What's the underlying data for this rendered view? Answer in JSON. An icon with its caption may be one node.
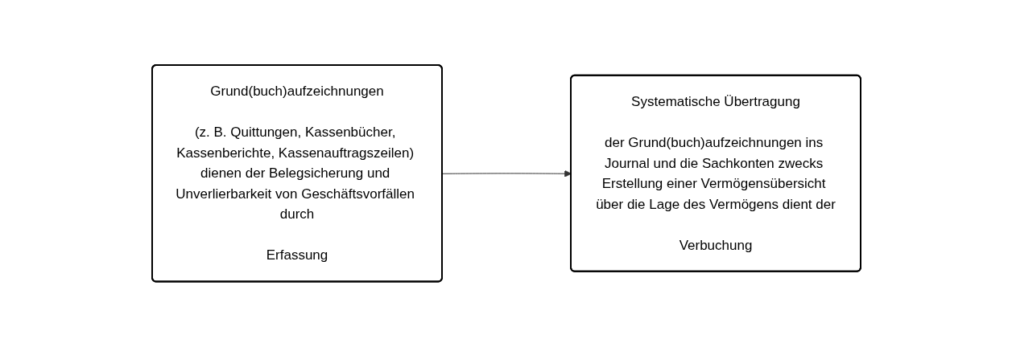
{
  "diagram": {
    "nodes": [
      {
        "text": [
          "Grund(buch)aufzeichnungen",
          "(z. B. Quittungen, Kassenbücher, Kassenberichte, Kassenauftragszeilen) dienen der Belegsicherung und Unverlierbarkeit von Geschäftsvorfällen durch",
          "Erfassung"
        ]
      },
      {
        "text": [
          "Systematische Übertragung",
          "der Grund(buch)aufzeichnungen ins Journal und die Sachkonten zwecks Erstellung einer Vermögensübersicht über die Lage des Vermögens dient der",
          "Verbuchung"
        ]
      }
    ],
    "edges": [
      {
        "from": 0,
        "to": 1,
        "arrow": "to"
      }
    ]
  }
}
